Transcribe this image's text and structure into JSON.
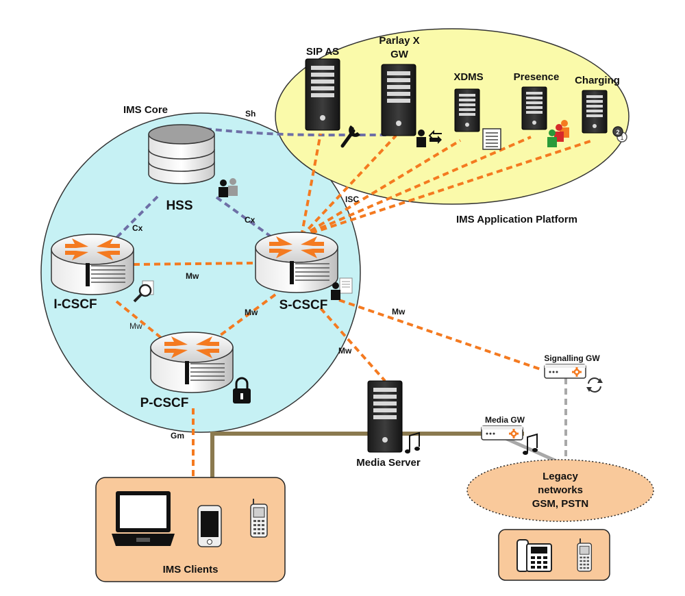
{
  "labels": {
    "ims_core": "IMS Core",
    "ims_app_platform": "IMS Application Platform",
    "hss": "HSS",
    "icscf": "I-CSCF",
    "scscf": "S-CSCF",
    "pcscf": "P-CSCF",
    "sip_as": "SIP AS",
    "parlay_line1": "Parlay X",
    "parlay_line2": "GW",
    "xdms": "XDMS",
    "presence": "Presence",
    "charging": "Charging",
    "media_server": "Media Server",
    "signalling_gw": "Signalling GW",
    "media_gw": "Media GW",
    "legacy_line1": "Legacy",
    "legacy_line2": "networks",
    "legacy_line3": "GSM, PSTN",
    "ims_clients": "IMS Clients"
  },
  "interfaces": {
    "sh": "Sh",
    "cx_left": "Cx",
    "cx_right": "Cx",
    "isc": "ISC",
    "mw_center": "Mw",
    "mw_icscf_pcscf": "Mw",
    "mw_scscf_pcscf": "Mw",
    "mw_media": "Mw",
    "mw_signalling": "Mw",
    "gm": "Gm"
  },
  "colors": {
    "core_fill": "#c6f1f4",
    "app_fill": "#fafaaa",
    "signalling_line": "#f47a20",
    "diameter_line": "#6e6fa6",
    "bearer_line": "#8b7a4f",
    "box_fill": "#f9c99b"
  },
  "icons": [
    "database-icon",
    "router-icon",
    "server-icon",
    "wrench-icon",
    "users-icon",
    "document-icon",
    "magnifier-icon",
    "lock-icon",
    "music-note-icon",
    "gateway-icon",
    "cycle-icon",
    "laptop-icon",
    "smartphone-icon",
    "mobile-phone-icon",
    "desk-phone-icon"
  ]
}
